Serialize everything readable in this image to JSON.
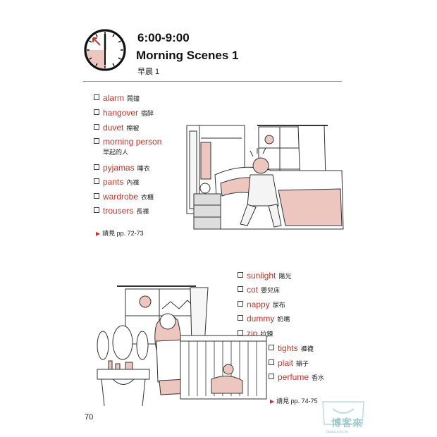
{
  "header": {
    "time_range": "6:00-9:00",
    "title": "Morning Scenes 1",
    "subtitle": "早晨 1"
  },
  "section1": {
    "items": [
      {
        "term": "alarm",
        "gloss": "鬧鐘"
      },
      {
        "term": "hangover",
        "gloss": "宿醉"
      },
      {
        "term": "duvet",
        "gloss": "棉被"
      },
      {
        "term": "morning person",
        "gloss": "早起的人"
      },
      {
        "term": "pyjamas",
        "gloss": "睡衣"
      },
      {
        "term": "pants",
        "gloss": "內褲"
      },
      {
        "term": "wardrobe",
        "gloss": "衣櫃"
      },
      {
        "term": "trousers",
        "gloss": "長褲"
      }
    ],
    "ref": "請見 pp. 72-73"
  },
  "section2": {
    "items": [
      {
        "term": "sunlight",
        "gloss": "陽光"
      },
      {
        "term": "cot",
        "gloss": "嬰兒床"
      },
      {
        "term": "nappy",
        "gloss": "尿布"
      },
      {
        "term": "dummy",
        "gloss": "奶嘴"
      },
      {
        "term": "zip",
        "gloss": "拉鍊"
      },
      {
        "term": "tights",
        "gloss": "褲襪"
      },
      {
        "term": "plait",
        "gloss": "辮子"
      },
      {
        "term": "perfume",
        "gloss": "香水"
      }
    ],
    "ref": "請見 pp. 74-75"
  },
  "footer": {
    "page_number": "70",
    "watermark": "博客來",
    "watermark_sub": "books.com.tw"
  },
  "colors": {
    "accent_red": "#c8342a",
    "pink_fill": "#ecc6bf",
    "line": "#333333"
  }
}
